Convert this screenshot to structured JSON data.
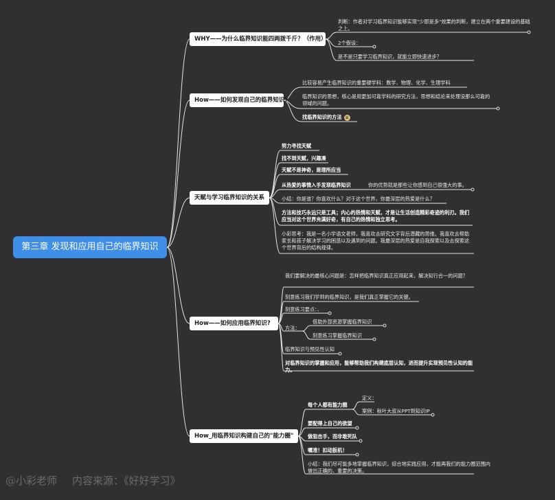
{
  "root": "第三章 发现和应用自己的临界知识",
  "branches": {
    "b1": {
      "label": "WHY——为什么临界知识能四两拨千斤？（作用）",
      "leaves": [
        "判断：作者对学习临界知识能够实现\"少即是多\"效果的判断，建立在两个重要建设的基础之上。",
        "2个假设：",
        "是不是只要学习临界知识，就能立即快速进步？"
      ]
    },
    "b2": {
      "label": "How——如何发现自己的临界知识?",
      "leaves": [
        "比较容易产生临界知识的重要硬学科：数学、物理、化学、生理学科",
        "临界知识的思想，核心是用更加可靠学科的研究方法，思想和结论来处理没那么可靠的领域的问题。",
        "找临界知识的方法"
      ]
    },
    "b3": {
      "label": "天赋与学习临界知识的关系",
      "leaves": [
        "努力寻找天赋",
        "找不到天赋，兴趣凑",
        "天赋不是神奇，是理所应当",
        "从热爱的事情入手发现临界知识",
        "你的优势就是那些让你感到自己很强大的事。",
        "小结：你是谁？你喜欢什么？对于这个世界，你最深层的热爱是什么？",
        "方法和技巧永远只是工具；内心的热情和天赋，才是让生活创造精彩奇迹的利刃。我们应当对这个世界充满好奇，有自己的热情和独立思考。",
        "小彩思考：我是一名小学语文老师，我喜欢去研究文字背后潜藏的思维。我喜欢去帮助家长和孩子解决学习的困惑以及遇到的问题。我最深层的热爱是自我探索以及去探索这个世界背后的结构规律。"
      ]
    },
    "b4": {
      "label": "How——如何应用临界知识?",
      "leaves": [
        "我们要解决的最核心问题是：怎样把临界知识真正应用起来，解决知行合一的问题？",
        "刻意练习我们学到的临界知识，是我们真正掌握它的关键。",
        "刻意练习要点：、",
        "方法：",
        "借助外部资源掌握临界知识",
        "刻意练习掌握临界知识",
        "临界知识与预见性认知",
        "对临界知识的掌握和应用，能够帮助我们构建底层认知，进而提升实现预见性认知的能力。"
      ]
    },
    "b5": {
      "label": "How_用临界知识构建自己的\"能力圈\"",
      "leaves": [
        "每个人都有能力圈",
        "定义：",
        "案例：秋叶大叔从PPT到知识IP",
        "要配得上自己的欲望",
        "做狙击手，而非敢死队",
        "嘱准！扣动扳机！",
        "小结：我们尽可能多地掌握临界知识，综合地实践应用，才能再我们的能力圈范围内做出正确的、重要的决策。"
      ]
    }
  },
  "watermark": [
    "@小彩老师",
    "内容来源：《好好学习》"
  ],
  "colors": {
    "background": "#303030",
    "root": "#3f8ee8",
    "line": "#e8e8e8",
    "branch": "#ffffff"
  }
}
